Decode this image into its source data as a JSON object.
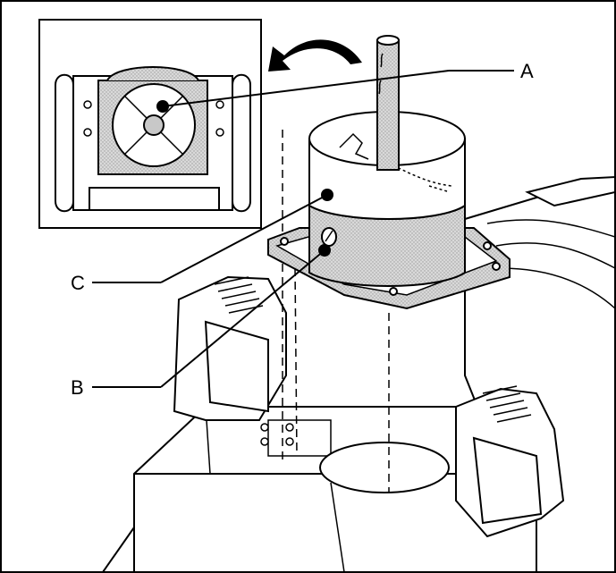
{
  "figure": {
    "callouts": {
      "a": {
        "label": "A"
      },
      "b": {
        "label": "B"
      },
      "c": {
        "label": "C"
      }
    },
    "colors": {
      "line": "#000000",
      "paper": "#ffffff",
      "shade": "#c8c8c8"
    },
    "icons": [
      "rotation-arrow-icon",
      "mounting-hole-icon"
    ]
  }
}
